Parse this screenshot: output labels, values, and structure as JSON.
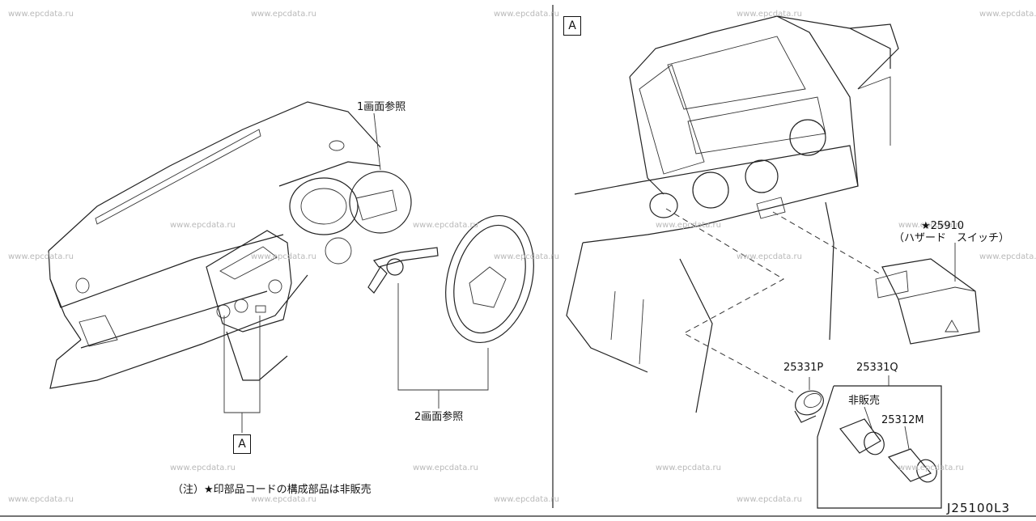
{
  "watermark": "www.epcdata.ru",
  "panel_left": {
    "ref_see_page1": "1画面参照",
    "ref_see_page2": "2画面参照",
    "box_a": "A",
    "note": "（注）★印部品コードの構成部品は非販売"
  },
  "panel_right": {
    "box_a": "A",
    "part_25910_code": "★25910",
    "part_25910_name": "（ハザード　スイッチ）",
    "part_25331p": "25331P",
    "part_25331q": "25331Q",
    "not_sold": "非販売",
    "part_25312m": "25312M"
  },
  "drawing_number": "J25100L3"
}
